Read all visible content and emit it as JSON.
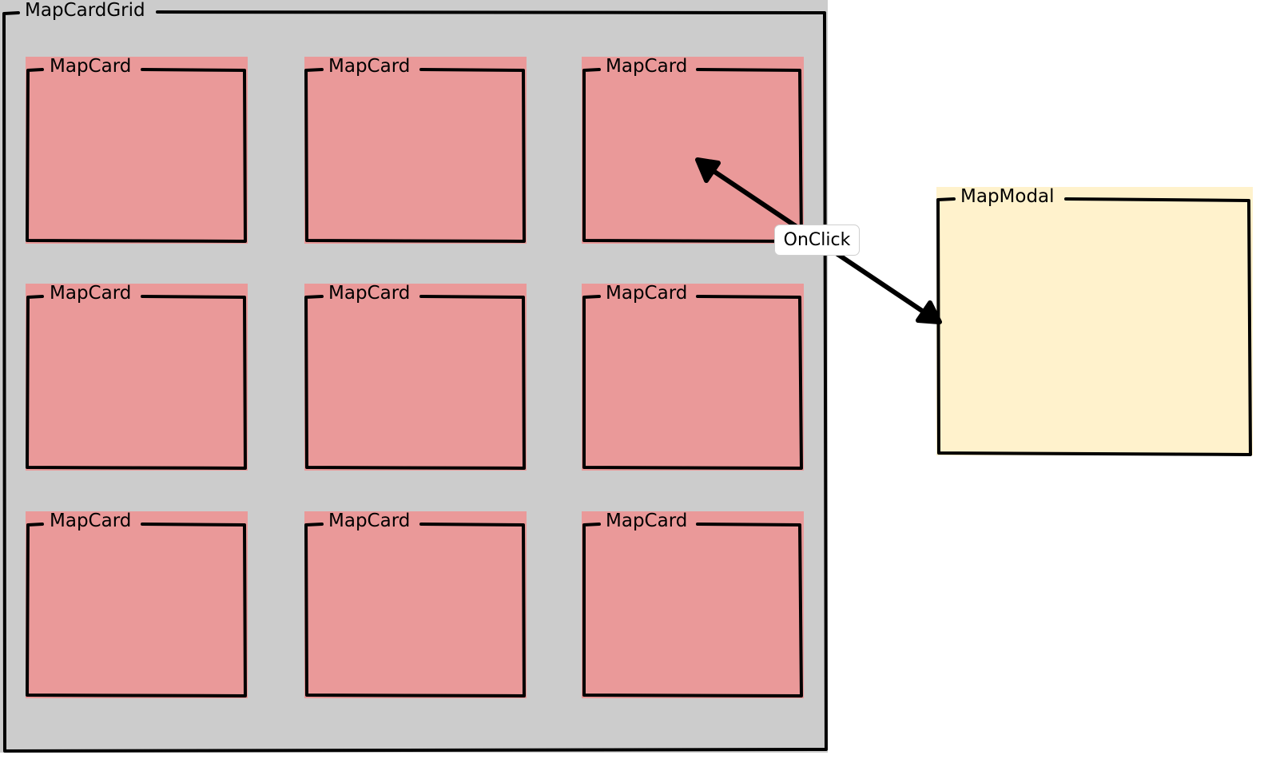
{
  "grid": {
    "label": "MapCardGrid",
    "fill": "#cccccc"
  },
  "cards": [
    {
      "label": "MapCard"
    },
    {
      "label": "MapCard"
    },
    {
      "label": "MapCard"
    },
    {
      "label": "MapCard"
    },
    {
      "label": "MapCard"
    },
    {
      "label": "MapCard"
    },
    {
      "label": "MapCard"
    },
    {
      "label": "MapCard"
    },
    {
      "label": "MapCard"
    }
  ],
  "card_fill": "#ea9999",
  "modal": {
    "label": "MapModal",
    "fill": "#fff2cc"
  },
  "edge": {
    "label": "OnClick",
    "color": "#000000"
  }
}
